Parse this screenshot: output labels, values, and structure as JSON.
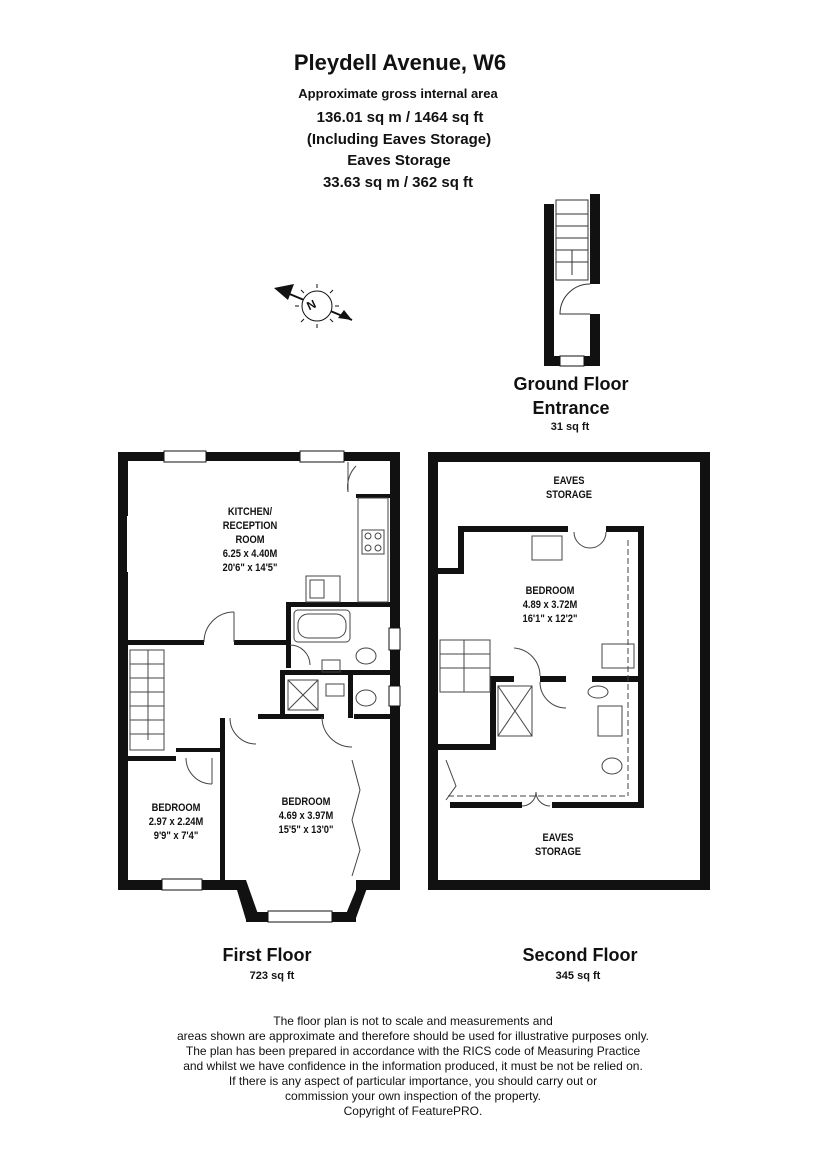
{
  "header": {
    "title": "Pleydell Avenue, W6",
    "subtitle": "Approximate gross internal area",
    "total_area": "136.01 sq m /  1464 sq ft",
    "including_note": "(Including Eaves Storage)",
    "eaves_label": "Eaves Storage",
    "eaves_area": "33.63 sq m /  362 sq ft"
  },
  "compass": {
    "icon": "north-arrow-icon",
    "letter": "N"
  },
  "ground_floor": {
    "name_line1": "Ground Floor",
    "name_line2": "Entrance",
    "area": "31 sq ft"
  },
  "first_floor": {
    "name": "First Floor",
    "area": "723 sq ft",
    "kitchen": {
      "name1": "KITCHEN/",
      "name2": "RECEPTION",
      "name3": "ROOM",
      "metric": "6.25 x 4.40M",
      "imperial": "20'6\" x 14'5\""
    },
    "bedroom_small": {
      "name": "BEDROOM",
      "metric": "2.97 x 2.24M",
      "imperial": "9'9\" x 7'4\""
    },
    "bedroom_main": {
      "name": "BEDROOM",
      "metric": "4.69 x 3.97M",
      "imperial": "15'5\" x 13'0\""
    }
  },
  "second_floor": {
    "name": "Second Floor",
    "area": "345 sq ft",
    "eaves_top1": "EAVES",
    "eaves_top2": "STORAGE",
    "eaves_bottom1": "EAVES",
    "eaves_bottom2": "STORAGE",
    "bedroom": {
      "name": "BEDROOM",
      "metric": "4.89 x 3.72M",
      "imperial": "16'1\" x 12'2\""
    }
  },
  "disclaimer": {
    "line1": "The floor plan is not to scale and measurements and",
    "line2": "areas shown are approximate and therefore should be used for illustrative purposes only.",
    "line3": "The plan has been prepared in accordance with the RICS code of Measuring Practice",
    "line4": "and whilst we have confidence in the information produced, it must be not be relied on.",
    "line5": "If there is any aspect of particular importance, you should carry out or",
    "line6": "commission your own inspection of the property.",
    "line7": "Copyright of FeaturePRO."
  },
  "colors": {
    "wall": "#111111",
    "line": "#444444",
    "background": "#ffffff"
  }
}
